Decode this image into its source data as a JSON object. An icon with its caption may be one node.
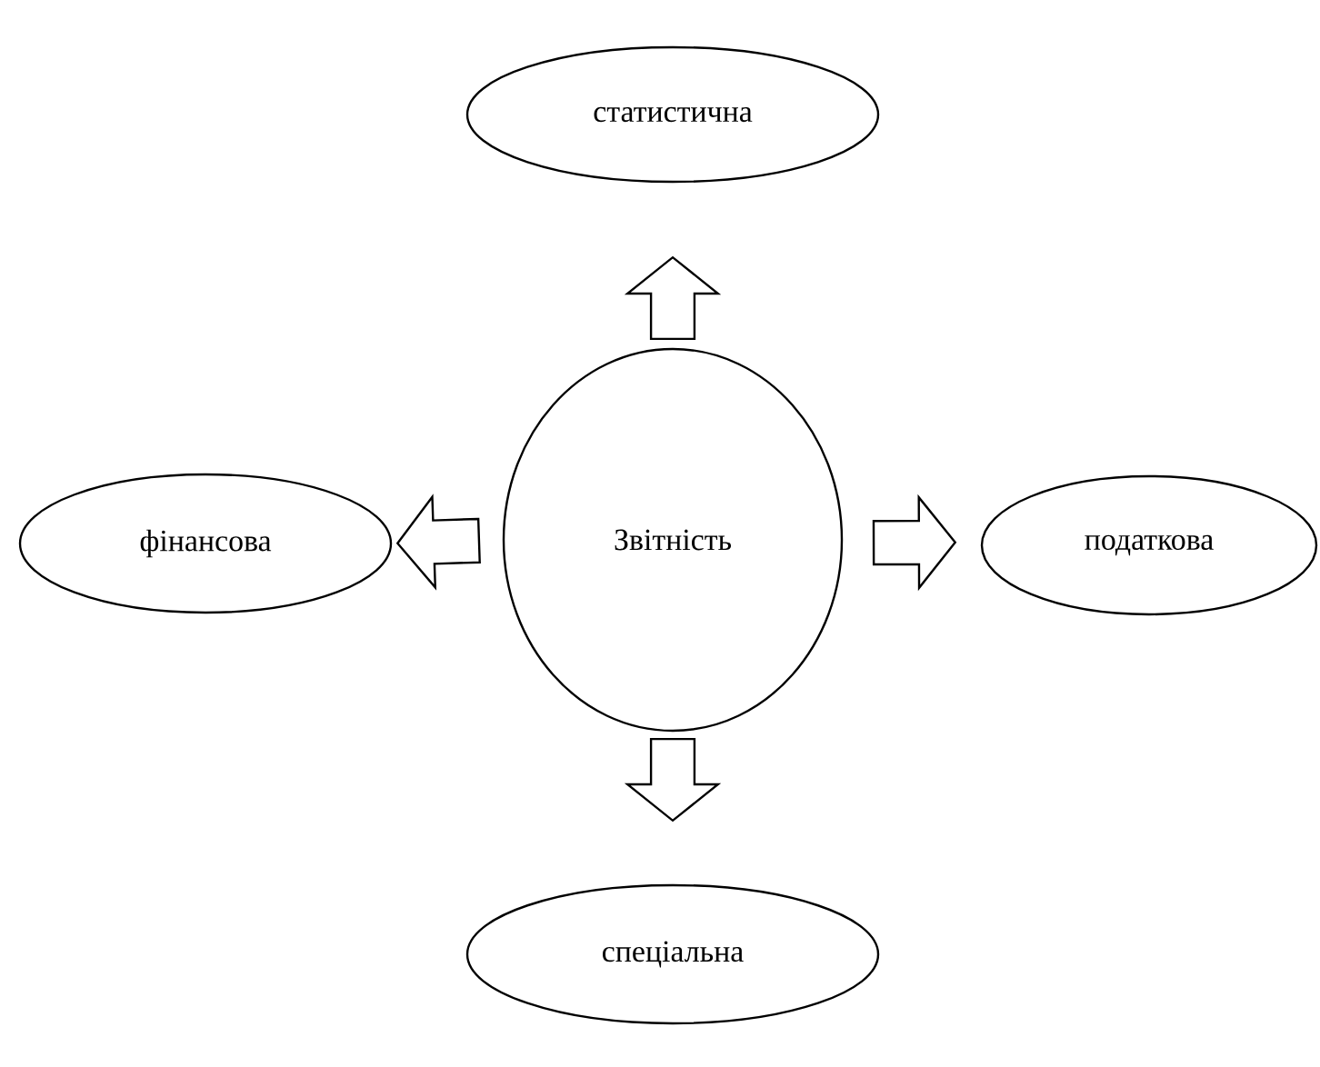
{
  "diagram": {
    "nodes": [
      {
        "text": [
          "статистична"
        ]
      },
      {
        "text": [
          "фінансова"
        ]
      },
      {
        "text": [
          "Звітність"
        ]
      },
      {
        "text": [
          "податкова"
        ]
      },
      {
        "text": [
          "спеціальна"
        ]
      }
    ],
    "edges": [
      {
        "from": 2,
        "to": 0,
        "arrow": "to"
      },
      {
        "from": 2,
        "to": 1,
        "arrow": "to"
      },
      {
        "from": 2,
        "to": 3,
        "arrow": "to"
      },
      {
        "from": 2,
        "to": 4,
        "arrow": "to"
      }
    ]
  }
}
